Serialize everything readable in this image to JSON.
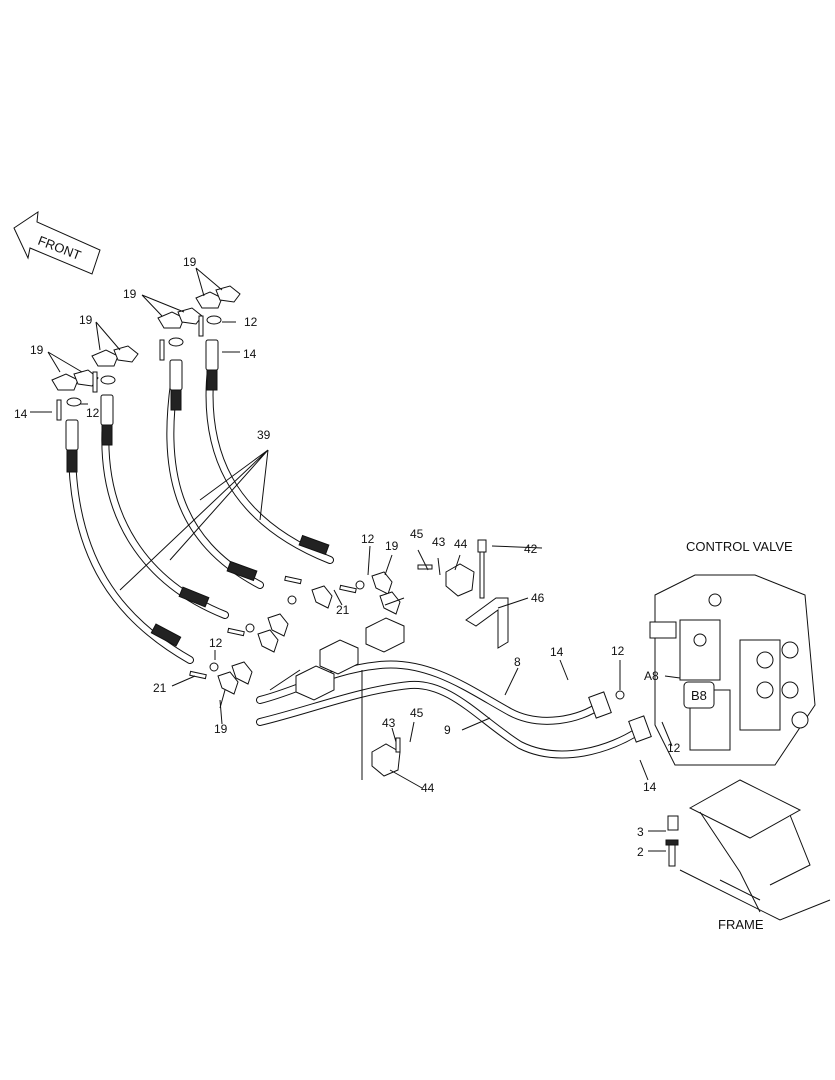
{
  "front_arrow": {
    "label": "FRONT"
  },
  "titles": {
    "control_valve": "CONTROL VALVE",
    "frame": "FRAME"
  },
  "callouts": {
    "c19a": "19",
    "c19b": "19",
    "c19c": "19",
    "c19d": "19",
    "c19e": "19",
    "c19f": "19",
    "c12a": "12",
    "c12b": "12",
    "c12c": "12",
    "c12d": "12",
    "c12e": "12",
    "c12f": "12",
    "c14a": "14",
    "c14b": "14",
    "c14c": "14",
    "c14d": "14",
    "c39": "39",
    "c21a": "21",
    "c21b": "21",
    "c45a": "45",
    "c45b": "45",
    "c43a": "43",
    "c43b": "43",
    "c44a": "44",
    "c44b": "44",
    "c42": "42",
    "c46": "46",
    "c8": "8",
    "c9": "9",
    "cA8": "A8",
    "cB8": "B8",
    "c3": "3",
    "c2": "2"
  }
}
